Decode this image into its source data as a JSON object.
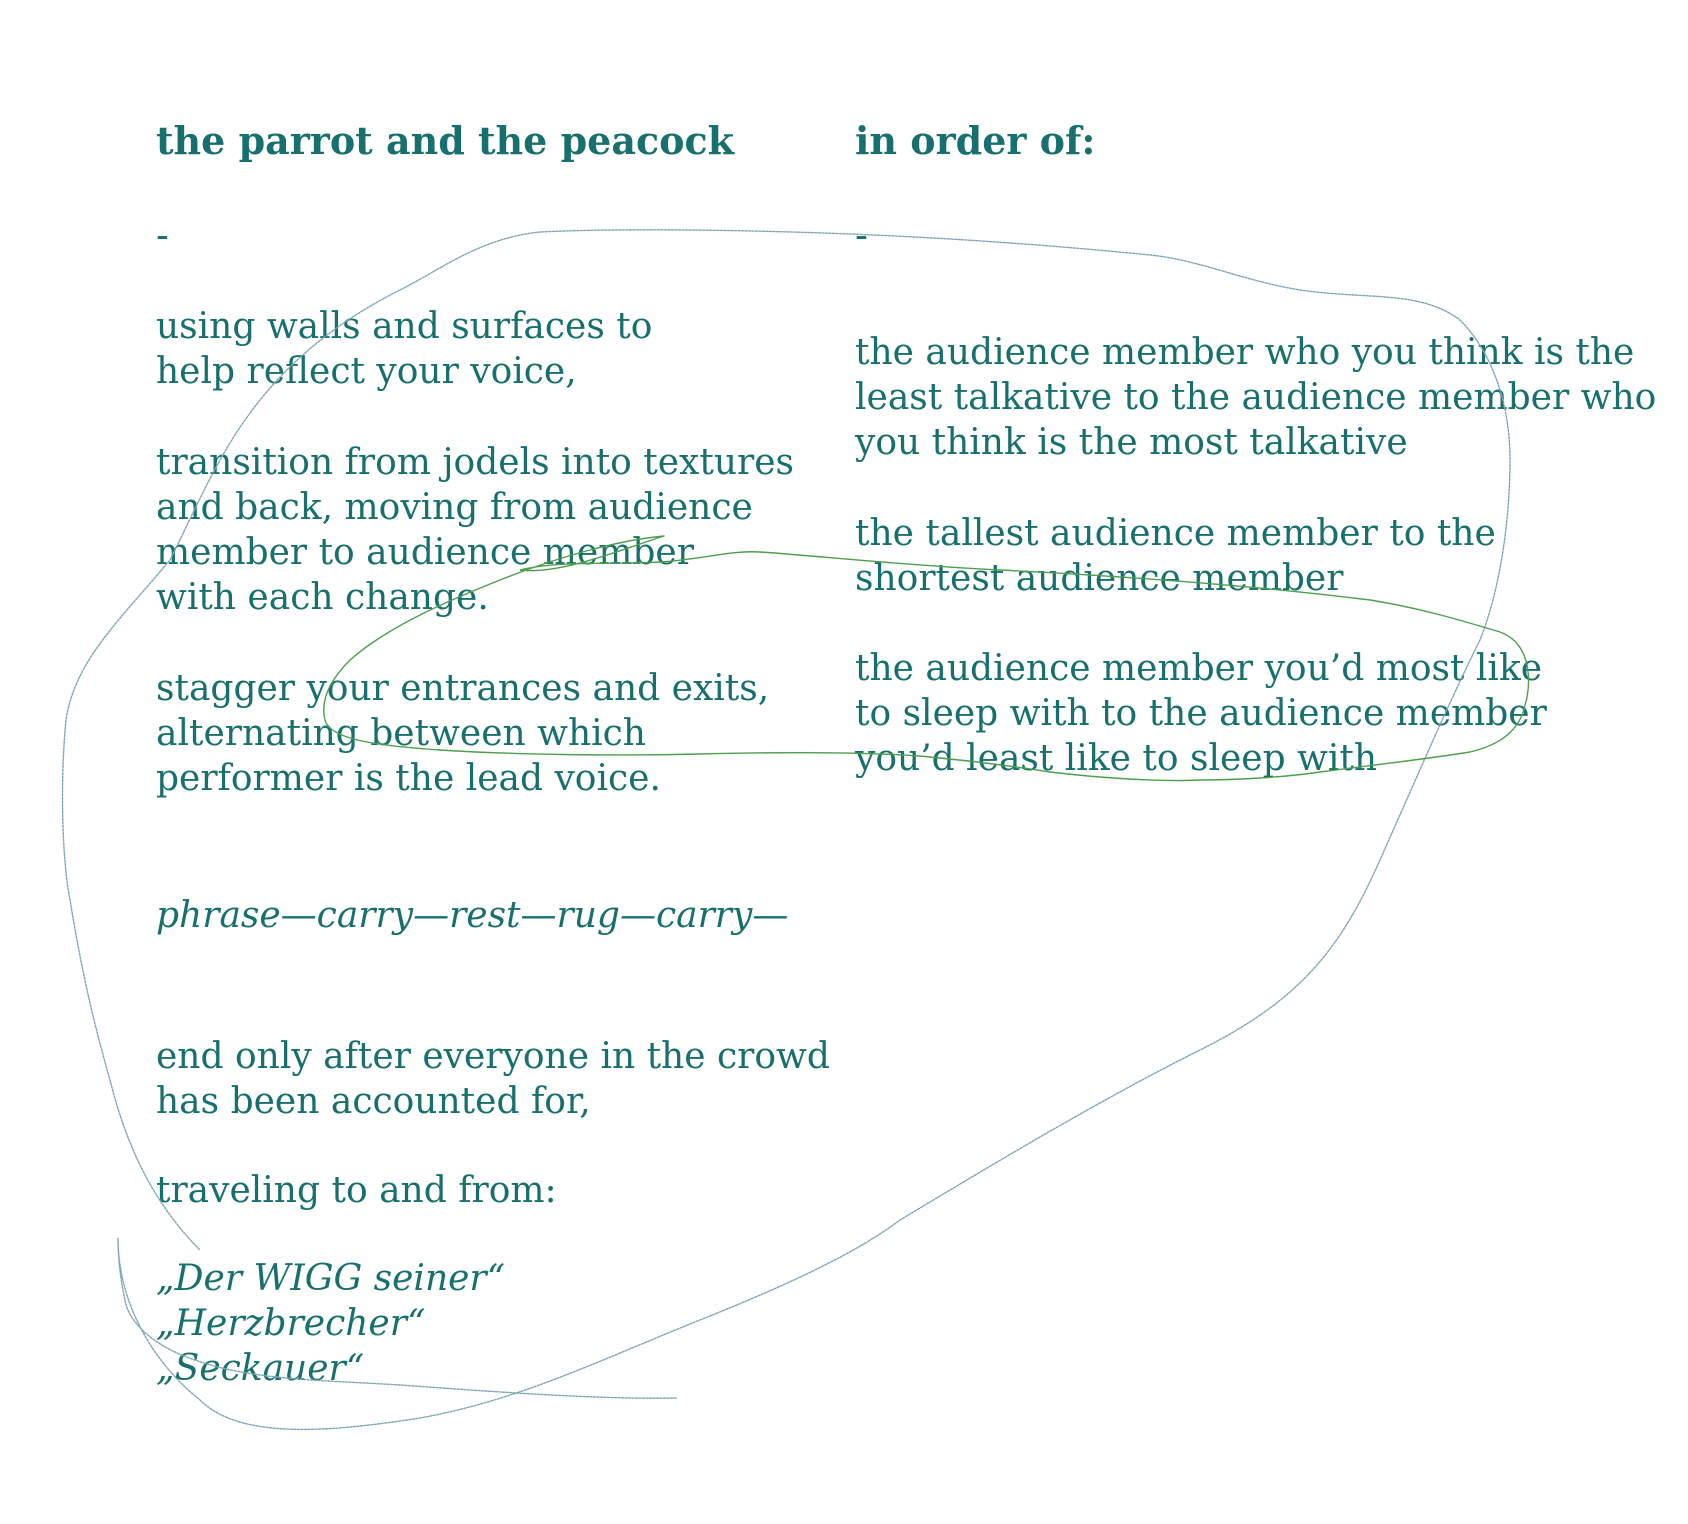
{
  "left": {
    "title": "the parrot and the peacock",
    "dash": "-",
    "paragraphs": [
      {
        "lines": [
          "using walls and surfaces to",
          "help reflect your voice,"
        ]
      },
      {
        "lines": [
          "transition from jodels into textures",
          "and back, moving from audience",
          "member to audience member",
          "with each change."
        ]
      },
      {
        "lines": [
          "stagger your entrances and exits,",
          "alternating between which",
          "performer is the lead voice."
        ]
      },
      {
        "lines": [
          "phrase—carry—rest—rug—carry—"
        ]
      },
      {
        "lines": [
          "end only after everyone in the crowd",
          "has been accounted for,"
        ]
      },
      {
        "lines": [
          "traveling to and from:"
        ]
      },
      {
        "lines": [
          "„Der WIGG seiner“",
          "„Herzbrecher“",
          "„Seckauer“"
        ]
      }
    ]
  },
  "right": {
    "title": "in order of:",
    "dash": "-",
    "paragraphs": [
      {
        "lines": [
          "the audience member who you think is the",
          "least talkative to the audience member who",
          "you think is the most talkative"
        ]
      },
      {
        "lines": [
          "the tallest audience member to the",
          "shortest audience member"
        ]
      },
      {
        "lines": [
          "the audience member you’d most like",
          "to sleep with to the audience member",
          "you’d least like to sleep with"
        ]
      }
    ]
  },
  "colors": {
    "text": "#17706d",
    "outer_scribble": "#7fa6b4",
    "inner_scribble": "#4e9e4e"
  }
}
